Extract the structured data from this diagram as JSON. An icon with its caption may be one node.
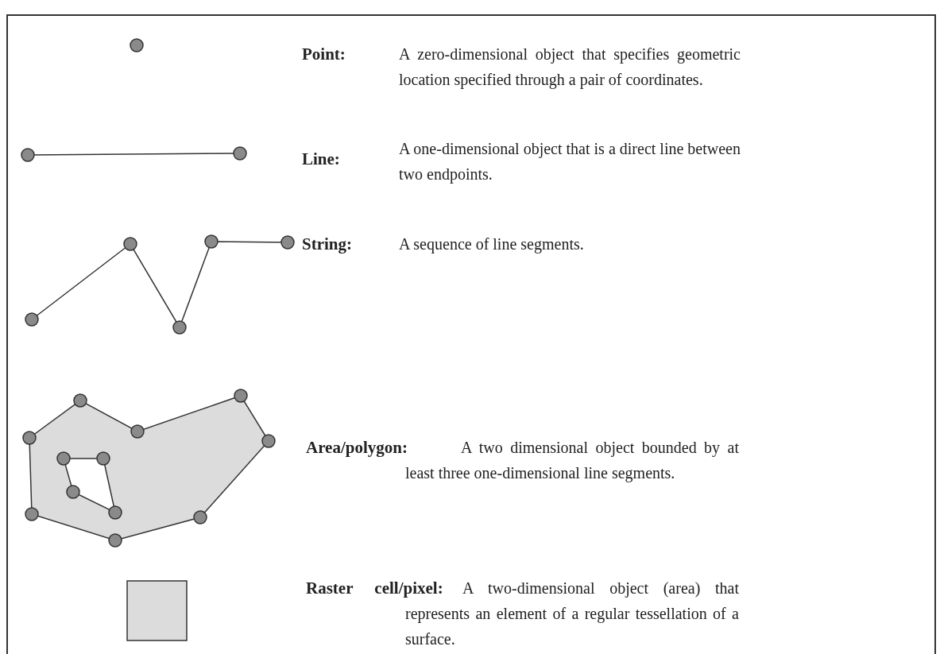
{
  "diagram": {
    "labels": [
      "Point:",
      "A zero-dimensional object that specifies geometric location specified through a pair of coordinates.",
      "Line:",
      "A one-dimensional object that is a direct line between two endpoints.",
      "String:",
      "A sequence of line segments.",
      "Area/polygon:",
      "A two dimensional object bounded by at least three one-dimensional line segments.",
      "Raster cell/pixel:",
      "A two-dimensional object (area) that represents an element of a regular tessellation of a surface."
    ]
  }
}
